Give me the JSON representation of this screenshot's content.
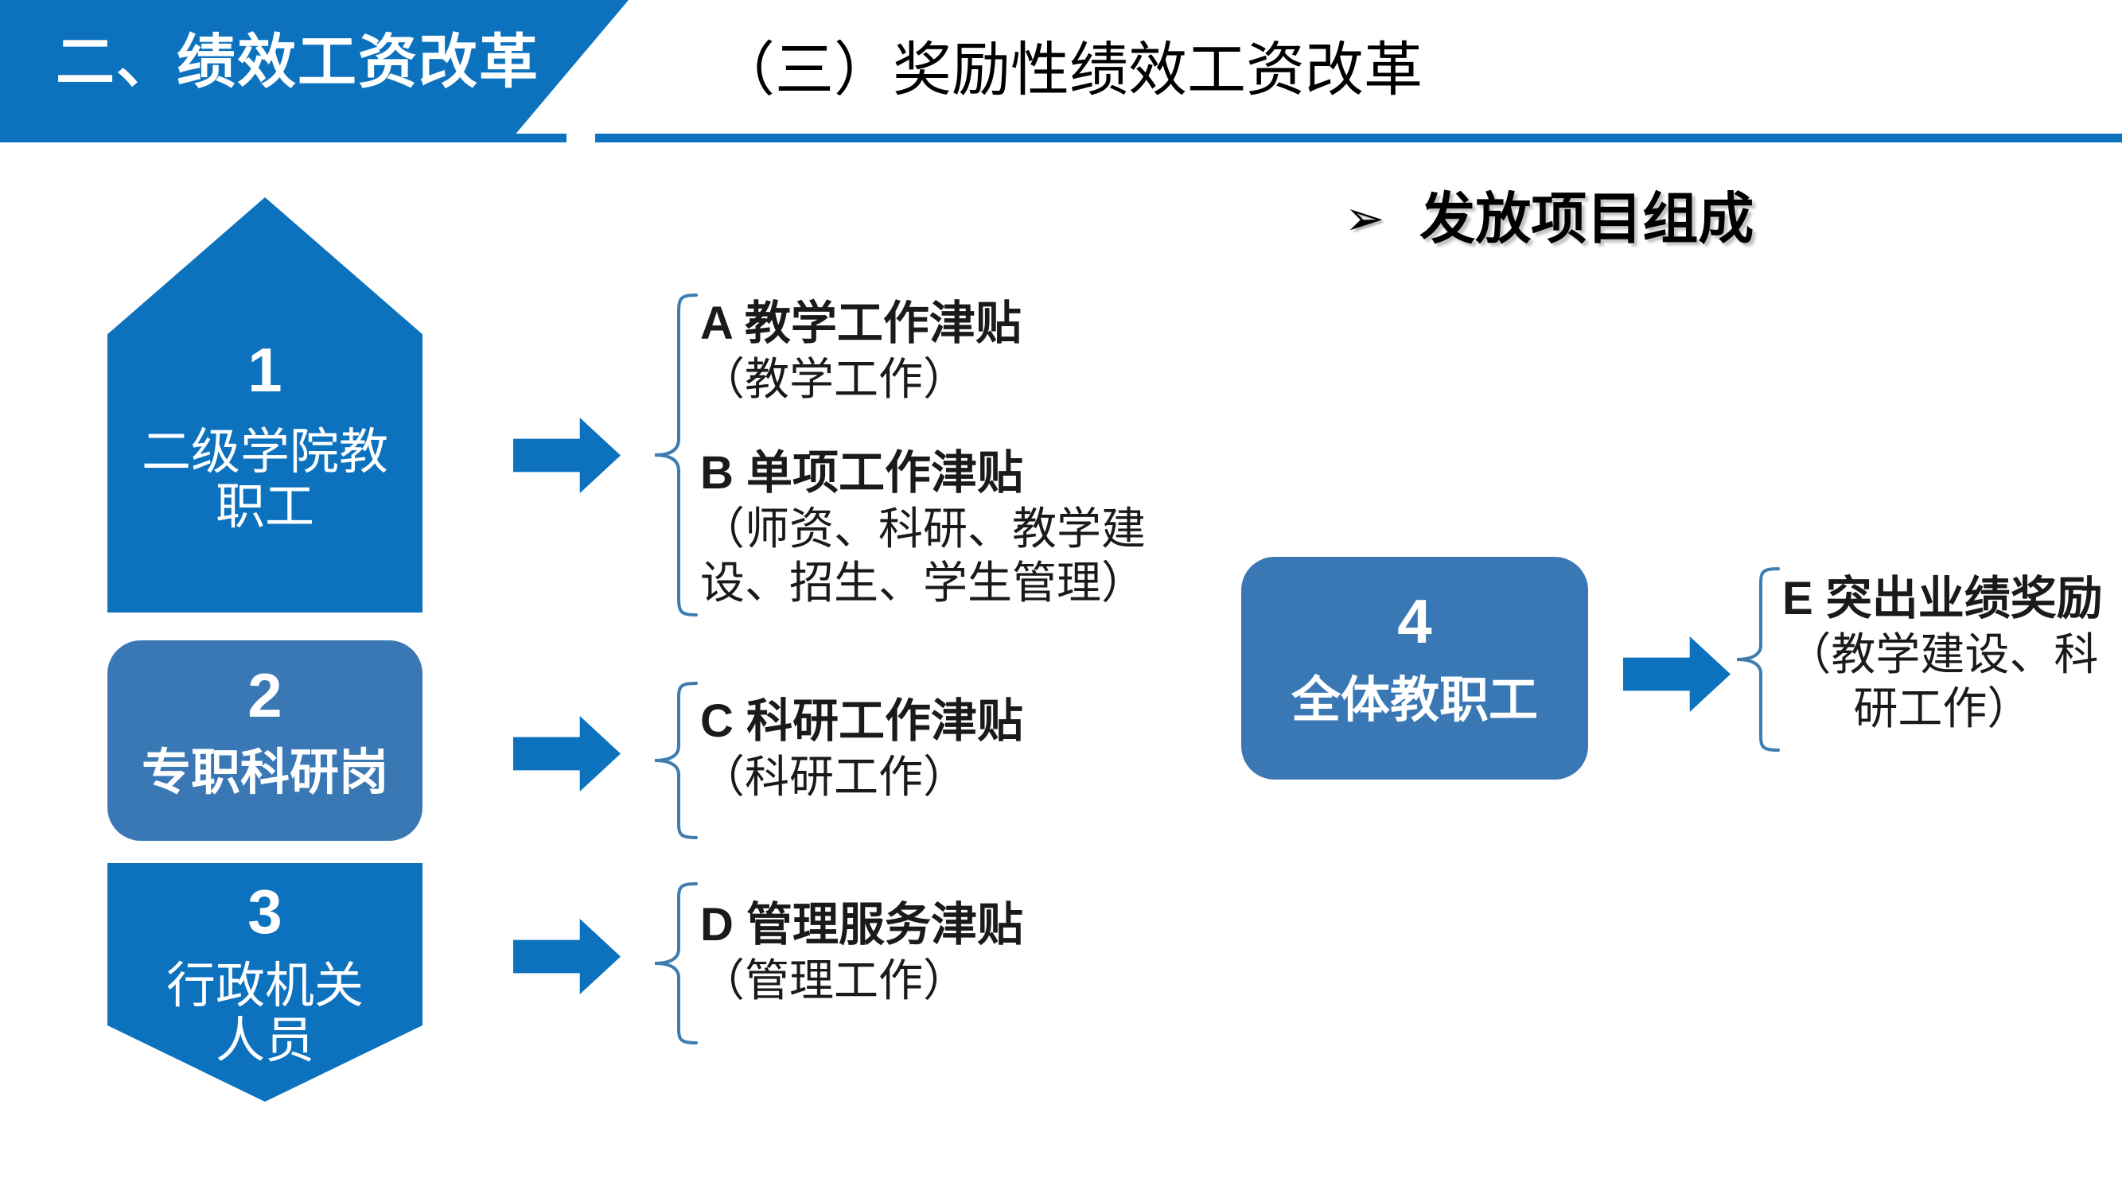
{
  "header": {
    "section_label": "二、绩效工资改革",
    "title": "（三）奖励性绩效工资改革"
  },
  "bullet_heading": {
    "marker": "➢",
    "text": "发放项目组成"
  },
  "groups": [
    {
      "number": "1",
      "caption": "二级学院教\n职工",
      "caption_line1": "二级学院教",
      "caption_line2": "职工",
      "shape": "pentagon-up",
      "color": "#0C72BE"
    },
    {
      "number": "2",
      "caption": "专职科研岗",
      "shape": "rounded-rect",
      "color": "#3A78B5"
    },
    {
      "number": "3",
      "caption_line1": "行政机关",
      "caption_line2": "人员",
      "shape": "pentagon-down",
      "color": "#0C72BE"
    },
    {
      "number": "4",
      "caption": "全体教职工",
      "shape": "rounded-rect",
      "color": "#3A78B5"
    }
  ],
  "items": {
    "A": {
      "title": "A  教学工作津贴",
      "detail_line1": "（教学工作）"
    },
    "B": {
      "title": "B  单项工作津贴",
      "detail_line1": "（师资、科研、教学建",
      "detail_line2": "设、招生、学生管理）"
    },
    "C": {
      "title": "C  科研工作津贴",
      "detail_line1": "（科研工作）"
    },
    "D": {
      "title": "D 管理服务津贴",
      "detail_line1": "（管理工作）"
    },
    "E": {
      "title": "E 突出业绩奖励",
      "detail_line1": "（教学建设、科",
      "detail_line2": "研工作）"
    }
  },
  "colors": {
    "primary_blue": "#0C72BE",
    "muted_blue": "#3A78B5",
    "brace_blue": "#3E7DB0",
    "text_dark": "#1A1A1A",
    "background": "#FFFFFF"
  }
}
